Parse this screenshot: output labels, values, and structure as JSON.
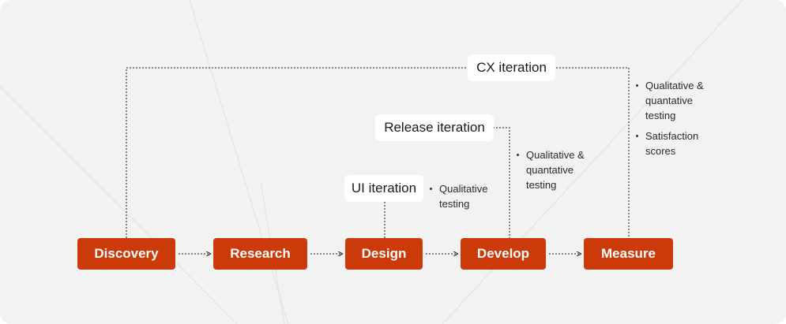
{
  "stages": [
    {
      "id": "discovery",
      "label": "Discovery"
    },
    {
      "id": "research",
      "label": "Research"
    },
    {
      "id": "design",
      "label": "Design"
    },
    {
      "id": "develop",
      "label": "Develop"
    },
    {
      "id": "measure",
      "label": "Measure"
    }
  ],
  "iterations": {
    "cx": "CX iteration",
    "release": "Release iteration",
    "ui": "UI iteration"
  },
  "notes": {
    "ui": [
      "Qualitative testing"
    ],
    "release": [
      "Qualitative & quantative testing"
    ],
    "cx": [
      "Qualitative & quantative testing",
      "Satisfaction scores"
    ]
  },
  "colors": {
    "stage_fill": "#cc3a0a",
    "stage_text": "#ffffff",
    "background": "#f2f2f2",
    "label_fill": "#ffffff",
    "connector": "#1a1a1a"
  }
}
